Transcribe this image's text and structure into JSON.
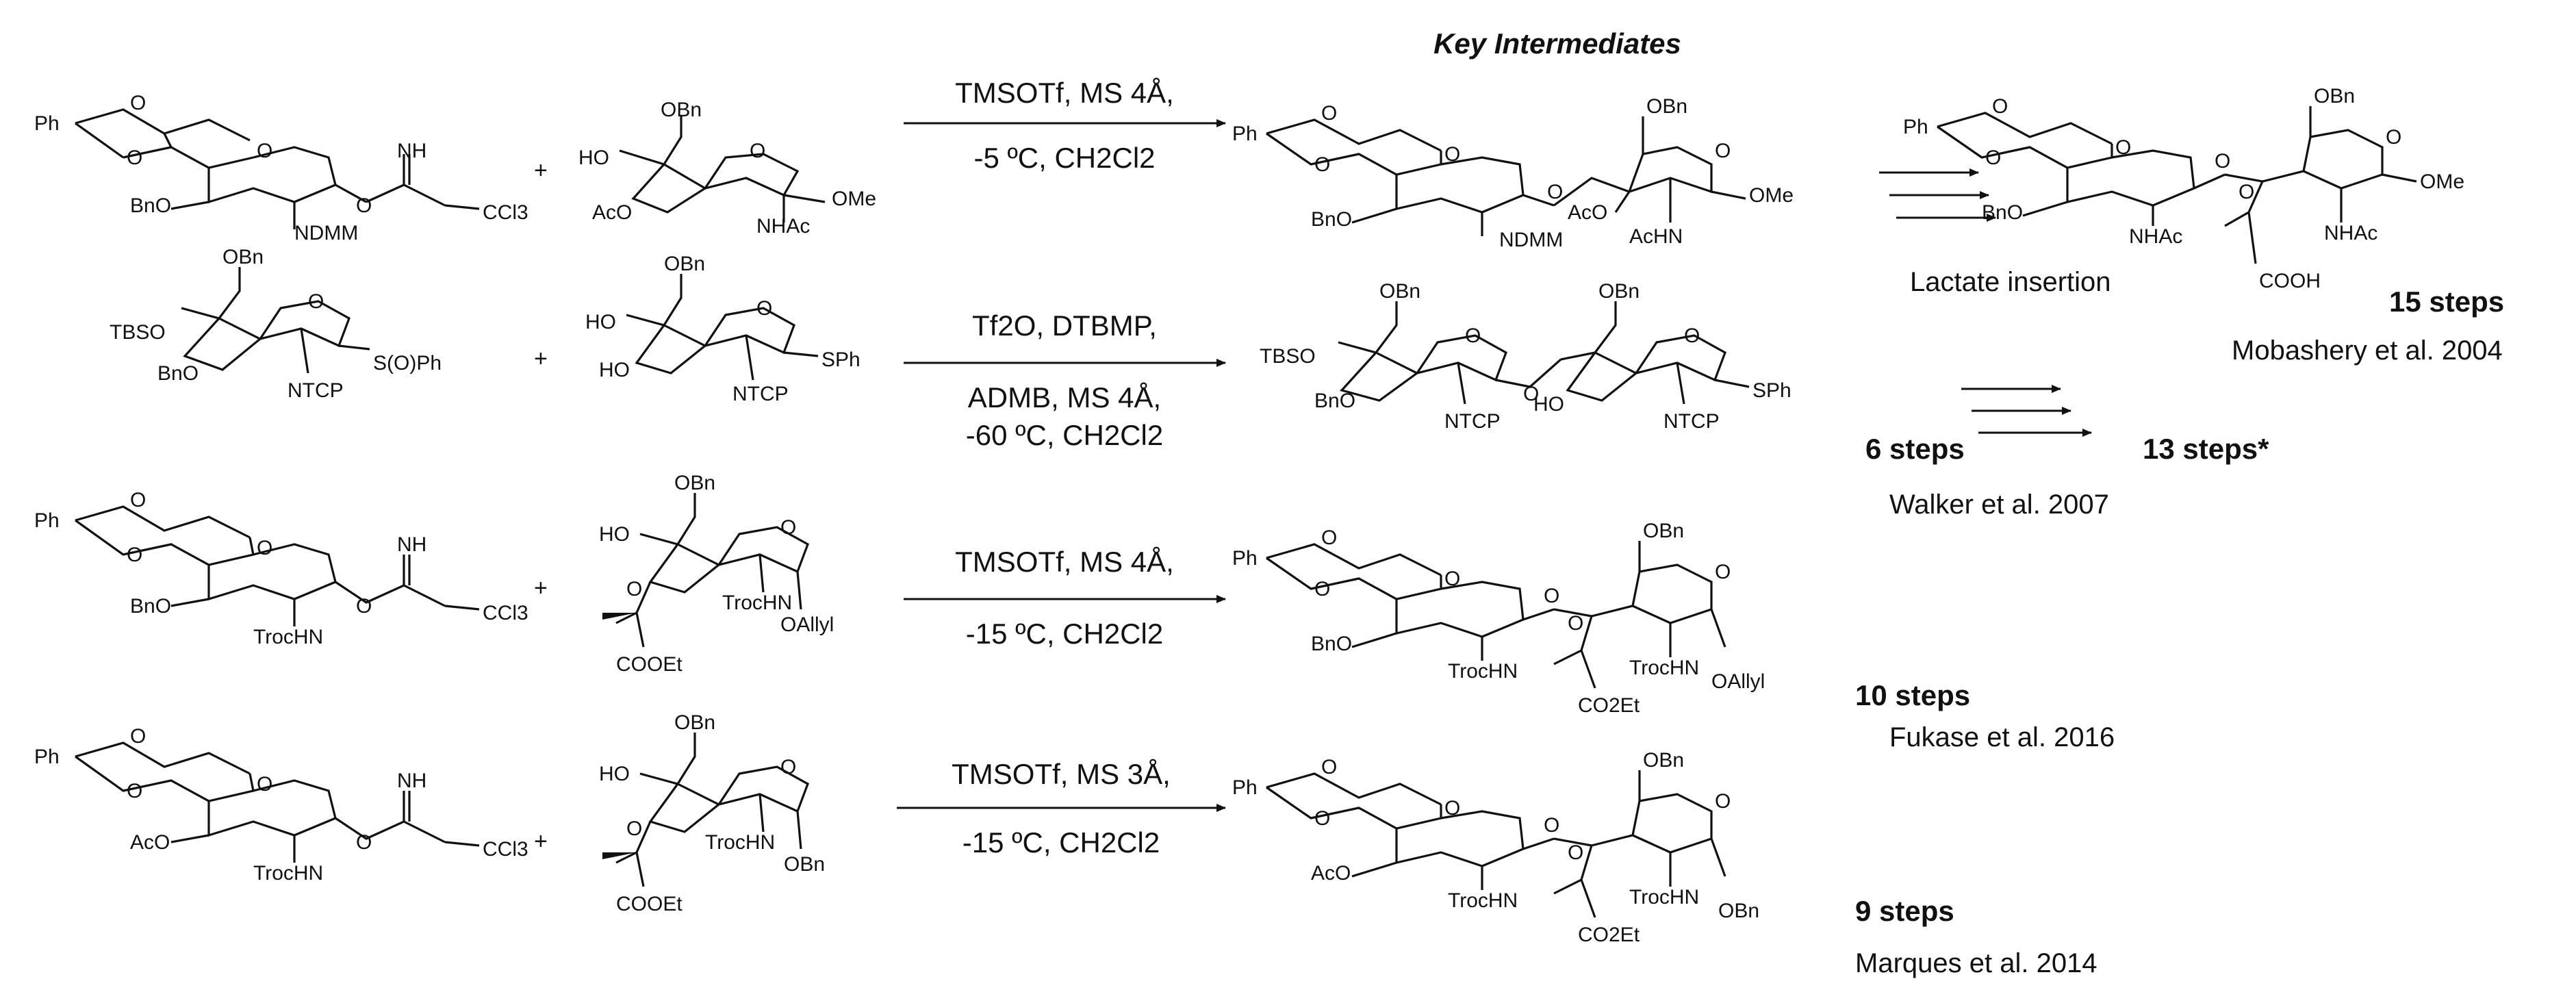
{
  "header": {
    "title": "Key Intermediates"
  },
  "rows": [
    {
      "donor": {
        "labels": [
          "Ph",
          "O",
          "O",
          "O",
          "BnO",
          "NDMM",
          "O",
          "NH",
          "CCl3"
        ]
      },
      "plus": "+",
      "acceptor": {
        "labels": [
          "OBn",
          "HO",
          "O",
          "AcO",
          "NHAc",
          "OMe"
        ]
      },
      "conditions": {
        "line1": "TMSOTf, MS 4Å,",
        "line2": "-5 ºC, CH2Cl2"
      },
      "product": {
        "labels": [
          "Ph",
          "O",
          "O",
          "O",
          "BnO",
          "NDMM",
          "O",
          "AcO",
          "OBn",
          "O",
          "AcHN",
          "OMe"
        ]
      }
    },
    {
      "donor": {
        "labels": [
          "OBn",
          "TBSO",
          "O",
          "BnO",
          "NTCP",
          "S(O)Ph"
        ]
      },
      "plus": "+",
      "acceptor": {
        "labels": [
          "OBn",
          "HO",
          "O",
          "HO",
          "NTCP",
          "SPh"
        ]
      },
      "conditions": {
        "line1": "Tf2O, DTBMP,",
        "line2": "ADMB, MS 4Å,",
        "line3": "-60 ºC, CH2Cl2"
      },
      "product": {
        "labels": [
          "OBn",
          "TBSO",
          "O",
          "BnO",
          "NTCP",
          "O",
          "OBn",
          "O",
          "HO",
          "NTCP",
          "SPh"
        ]
      }
    },
    {
      "donor": {
        "labels": [
          "Ph",
          "O",
          "O",
          "O",
          "BnO",
          "TrocHN",
          "O",
          "NH",
          "CCl3"
        ]
      },
      "plus": "+",
      "acceptor": {
        "labels": [
          "OBn",
          "HO",
          "O",
          "O",
          "TrocHN",
          "OAllyl",
          "COOEt"
        ]
      },
      "conditions": {
        "line1": "TMSOTf, MS 4Å,",
        "line2": "-15 ºC, CH2Cl2"
      },
      "product": {
        "labels": [
          "Ph",
          "O",
          "O",
          "O",
          "BnO",
          "TrocHN",
          "O",
          "OBn",
          "O",
          "O",
          "TrocHN",
          "OAllyl",
          "CO2Et"
        ]
      }
    },
    {
      "donor": {
        "labels": [
          "Ph",
          "O",
          "O",
          "O",
          "AcO",
          "TrocHN",
          "O",
          "NH",
          "CCl3"
        ]
      },
      "plus": "+",
      "acceptor": {
        "labels": [
          "OBn",
          "HO",
          "O",
          "O",
          "TrocHN",
          "OBn",
          "COOEt"
        ]
      },
      "conditions": {
        "line1": "TMSOTf,  MS 3Å,",
        "line2": "-15 ºC, CH2Cl2"
      },
      "product": {
        "labels": [
          "Ph",
          "O",
          "O",
          "O",
          "AcO",
          "TrocHN",
          "O",
          "OBn",
          "O",
          "O",
          "TrocHN",
          "OBn",
          "CO2Et"
        ]
      }
    }
  ],
  "final_target": {
    "labels": [
      "Ph",
      "O",
      "O",
      "O",
      "BnO",
      "NHAc",
      "O",
      "OBn",
      "O",
      "O",
      "NHAc",
      "OMe",
      "COOH"
    ],
    "caption": "Lactate insertion"
  },
  "routes": [
    {
      "steps": "15 steps",
      "reference": "Mobashery et al. 2004"
    },
    {
      "steps_a": "6 steps",
      "steps_b": "13 steps*",
      "reference": "Walker et al. 2007"
    },
    {
      "steps": "10 steps",
      "reference": "Fukase et al. 2016"
    },
    {
      "steps": "9 steps",
      "reference": "Marques et al. 2014"
    }
  ]
}
